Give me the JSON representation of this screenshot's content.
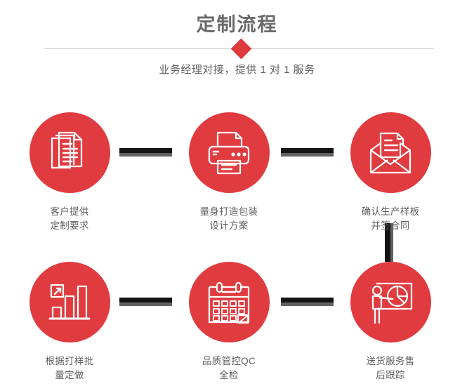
{
  "header": {
    "title": "定制流程",
    "subtitle": "业务经理对接，提供 1 对 1 服务"
  },
  "colors": {
    "brand_red": "#e03c40",
    "diamond_red": "#dd3a3e",
    "text_gray": "#5e5e5e",
    "title_gray": "#6a6a6a",
    "connector_dark": "#141414",
    "connector_shade": "#616161",
    "divider": "#c9c9c9"
  },
  "steps": [
    {
      "index": 1,
      "icon": "documents-stack-icon",
      "line1": "客户提供",
      "line2": "定制要求"
    },
    {
      "index": 2,
      "icon": "printer-icon",
      "line1": "量身打造包装",
      "line2": "设计方案"
    },
    {
      "index": 3,
      "icon": "envelope-document-icon",
      "line1": "确认生产样板",
      "line2": "并签合同"
    },
    {
      "index": 4,
      "icon": "bar-chart-growth-icon",
      "line1": "根据打样批",
      "line2": "量定做"
    },
    {
      "index": 5,
      "icon": "calendar-check-icon",
      "line1": "品质管控QC",
      "line2": "全检"
    },
    {
      "index": 6,
      "icon": "presentation-pie-chart-icon",
      "line1": "送货服务售",
      "line2": "后跟踪"
    }
  ],
  "connectors": [
    {
      "name": "connector-step1-step2",
      "orientation": "horizontal"
    },
    {
      "name": "connector-step2-step3",
      "orientation": "horizontal"
    },
    {
      "name": "connector-step3-step6",
      "orientation": "vertical"
    },
    {
      "name": "connector-step4-step5",
      "orientation": "horizontal"
    },
    {
      "name": "connector-step5-step6",
      "orientation": "horizontal"
    }
  ]
}
